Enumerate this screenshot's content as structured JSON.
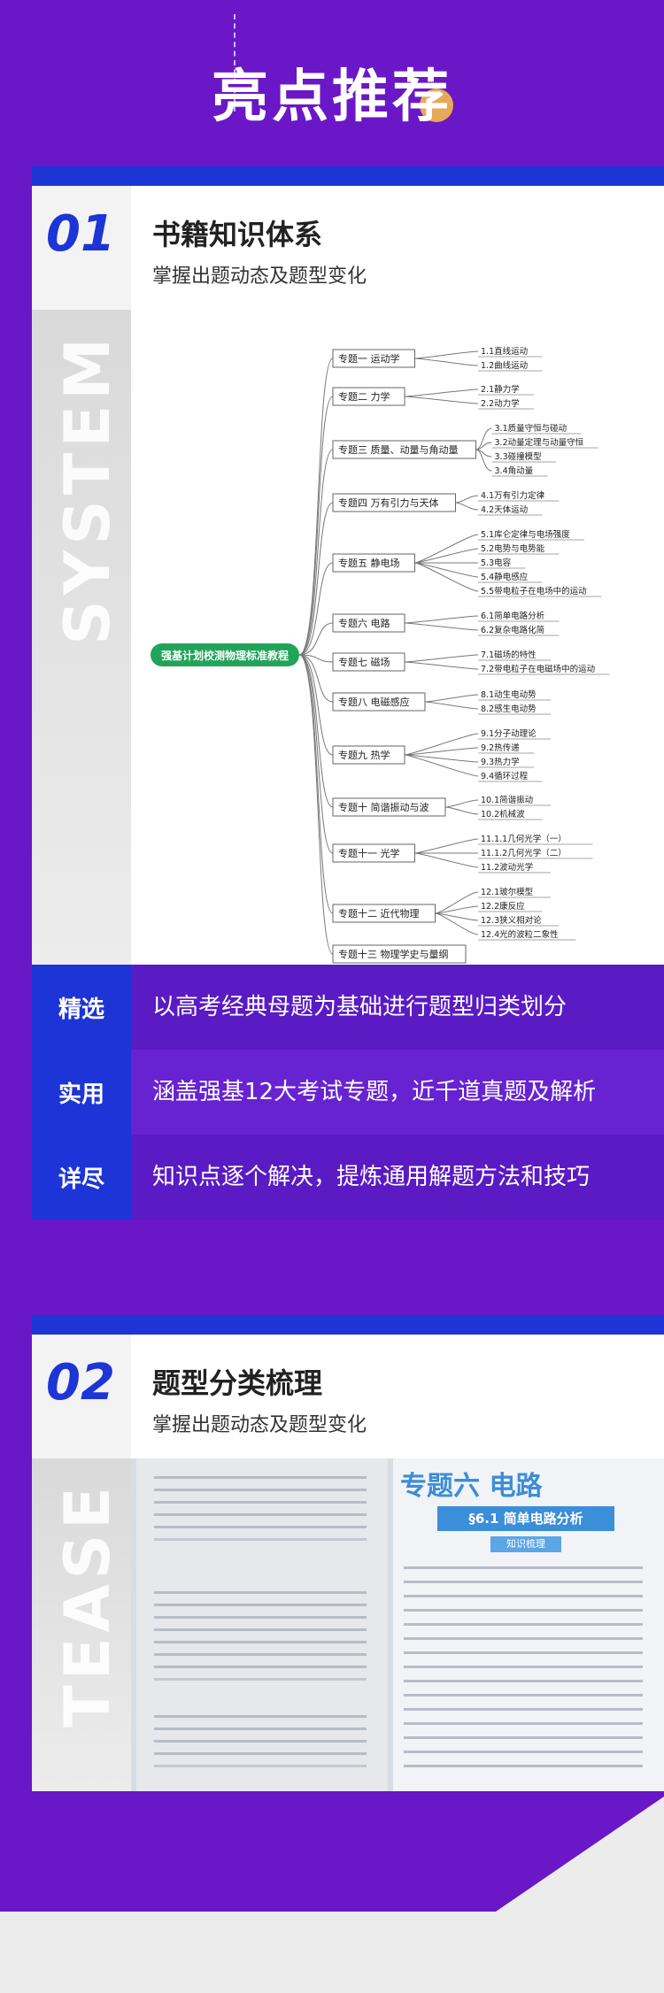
{
  "header": {
    "title": "亮点推荐"
  },
  "section1": {
    "number": "01",
    "title": "书籍知识体系",
    "subtitle": "掌握出题动态及题型变化",
    "side_word": "SYSTEM"
  },
  "mindmap": {
    "root": "强基计划校测物理标准教程",
    "topics": [
      {
        "label": "专题一 运动学",
        "subs": [
          "1.1直线运动",
          "1.2曲线运动"
        ]
      },
      {
        "label": "专题二 力学",
        "subs": [
          "2.1静力学",
          "2.2动力学"
        ]
      },
      {
        "label": "专题三 质量、动量与角动量",
        "subs": [
          "3.1质量守恒与碰动",
          "3.2动量定理与动量守恒",
          "3.3碰撞模型",
          "3.4角动量"
        ]
      },
      {
        "label": "专题四 万有引力与天体",
        "subs": [
          "4.1万有引力定律",
          "4.2天体运动"
        ]
      },
      {
        "label": "专题五 静电场",
        "subs": [
          "5.1库仑定律与电场强度",
          "5.2电势与电势能",
          "5.3电容",
          "5.4静电感应",
          "5.5带电粒子在电场中的运动"
        ]
      },
      {
        "label": "专题六 电路",
        "subs": [
          "6.1简单电路分析",
          "6.2复杂电路化简"
        ]
      },
      {
        "label": "专题七 磁场",
        "subs": [
          "7.1磁场的特性",
          "7.2带电粒子在电磁场中的运动"
        ]
      },
      {
        "label": "专题八 电磁感应",
        "subs": [
          "8.1动生电动势",
          "8.2感生电动势"
        ]
      },
      {
        "label": "专题九 热学",
        "subs": [
          "9.1分子动理论",
          "9.2热传递",
          "9.3热力学",
          "9.4循环过程"
        ]
      },
      {
        "label": "专题十 简谐振动与波",
        "subs": [
          "10.1简谐振动",
          "10.2机械波"
        ]
      },
      {
        "label": "专题十一 光学",
        "subs": [
          "11.1.1几何光学（一）",
          "11.1.2几何光学（二）",
          "11.2波动光学"
        ]
      },
      {
        "label": "专题十二 近代物理",
        "subs": [
          "12.1玻尔模型",
          "12.2康反应",
          "12.3狭义相对论",
          "12.4光的波粒二象性"
        ]
      },
      {
        "label": "专题十三 物理学史与量纲",
        "subs": []
      }
    ]
  },
  "features": [
    {
      "tag": "精选",
      "text": "以高考经典母题为基础进行题型归类划分"
    },
    {
      "tag": "实用",
      "text": "涵盖强基12大考试专题，近千道真题及解析"
    },
    {
      "tag": "详尽",
      "text": "知识点逐个解决，提炼通用解题方法和技巧"
    }
  ],
  "section2": {
    "number": "02",
    "title": "题型分类梳理",
    "subtitle": "掌握出题动态及题型变化",
    "side_word": "TEASE"
  },
  "book": {
    "chapter_title": "专题六 电路",
    "section_heading": "§6.1 简单电路分析",
    "knowledge_tag": "知识梳理"
  }
}
